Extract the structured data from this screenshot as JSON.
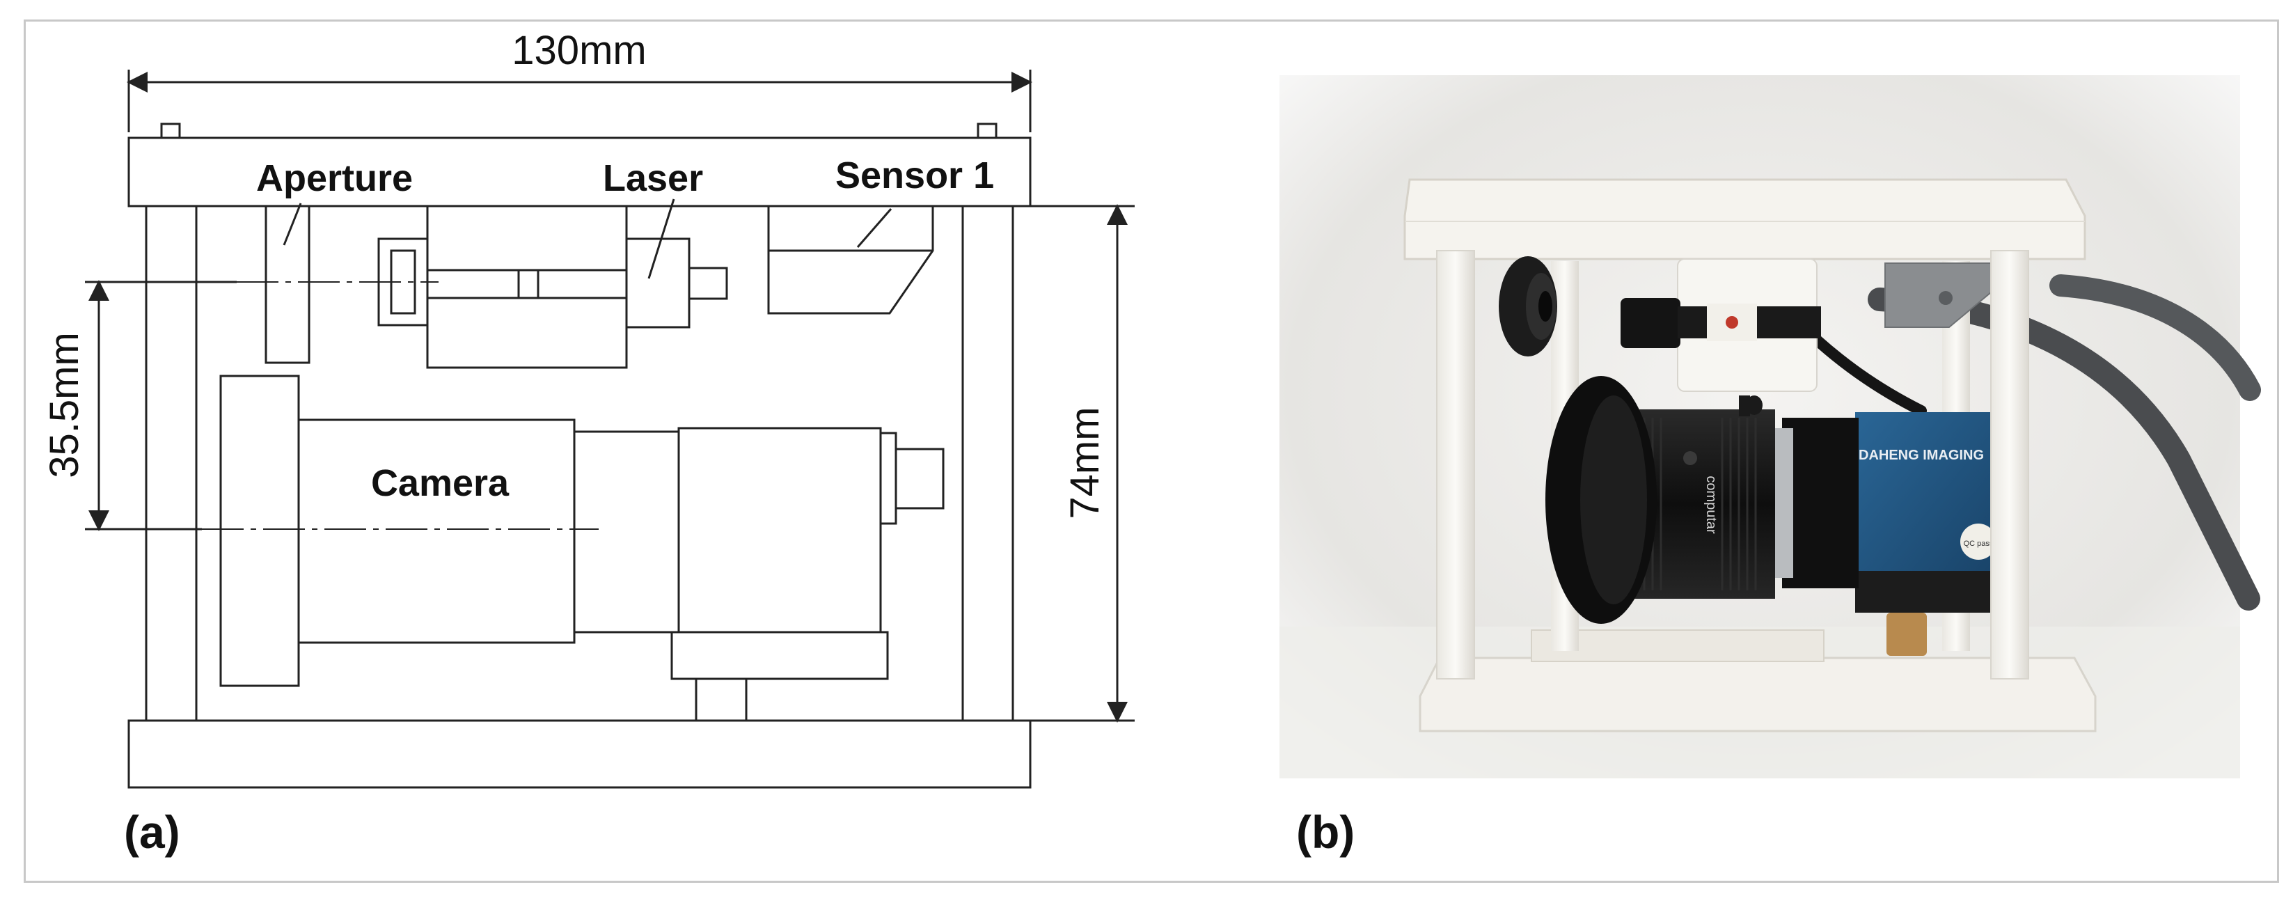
{
  "diagram": {
    "dimensions": {
      "width": "130mm",
      "height": "74mm",
      "offset": "35.5mm"
    },
    "components": {
      "aperture": "Aperture",
      "laser": "Laser",
      "sensor": "Sensor 1",
      "camera": "Camera"
    },
    "panel_a": "(a)"
  },
  "photo": {
    "panel_b": "(b)",
    "camera_brand": "DAHENG IMAGING",
    "lens_text": "computar",
    "qc_sticker": "QC pass",
    "colors": {
      "frame": "#f3f1ec",
      "camera_body": "#1d4f7a",
      "lens": "#161616",
      "bracket": "#8a8d90",
      "brass": "#b88a4e",
      "background": "#e9e8e6"
    }
  }
}
